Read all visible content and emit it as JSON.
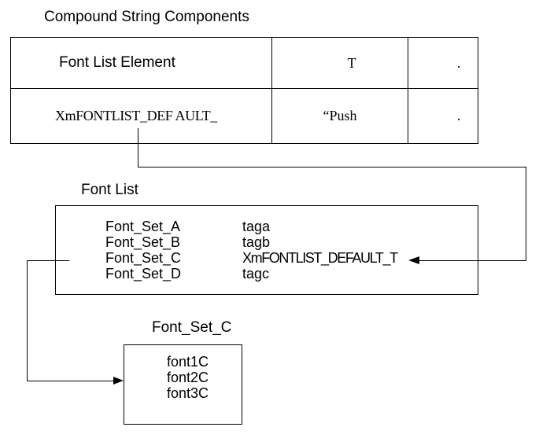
{
  "title": "Compound String Components",
  "table": {
    "rows": [
      {
        "element": "Font List Element",
        "tag": "T",
        "sep": "."
      },
      {
        "element": "XmFONTLIST_DEF AULT_",
        "tag": "“Push",
        "sep": "."
      }
    ]
  },
  "font_list": {
    "label": "Font List",
    "entries": [
      {
        "name": "Font_Set_A",
        "tag": "taga"
      },
      {
        "name": "Font_Set_B",
        "tag": "tagb"
      },
      {
        "name": "Font_Set_C",
        "tag": "XmFONTLIST_DEFAULT_T"
      },
      {
        "name": "Font_Set_D",
        "tag": "tagc"
      }
    ]
  },
  "font_set_box": {
    "label": "Font_Set_C",
    "fonts": [
      "font1C",
      "font2C",
      "font3C"
    ]
  },
  "icons": {
    "arrow_to_default_tag": "arrowhead-left-icon",
    "arrow_to_font_set_box": "arrowhead-right-icon"
  },
  "colors": {
    "line": "#000000",
    "text": "#000000",
    "background": "#ffffff"
  }
}
